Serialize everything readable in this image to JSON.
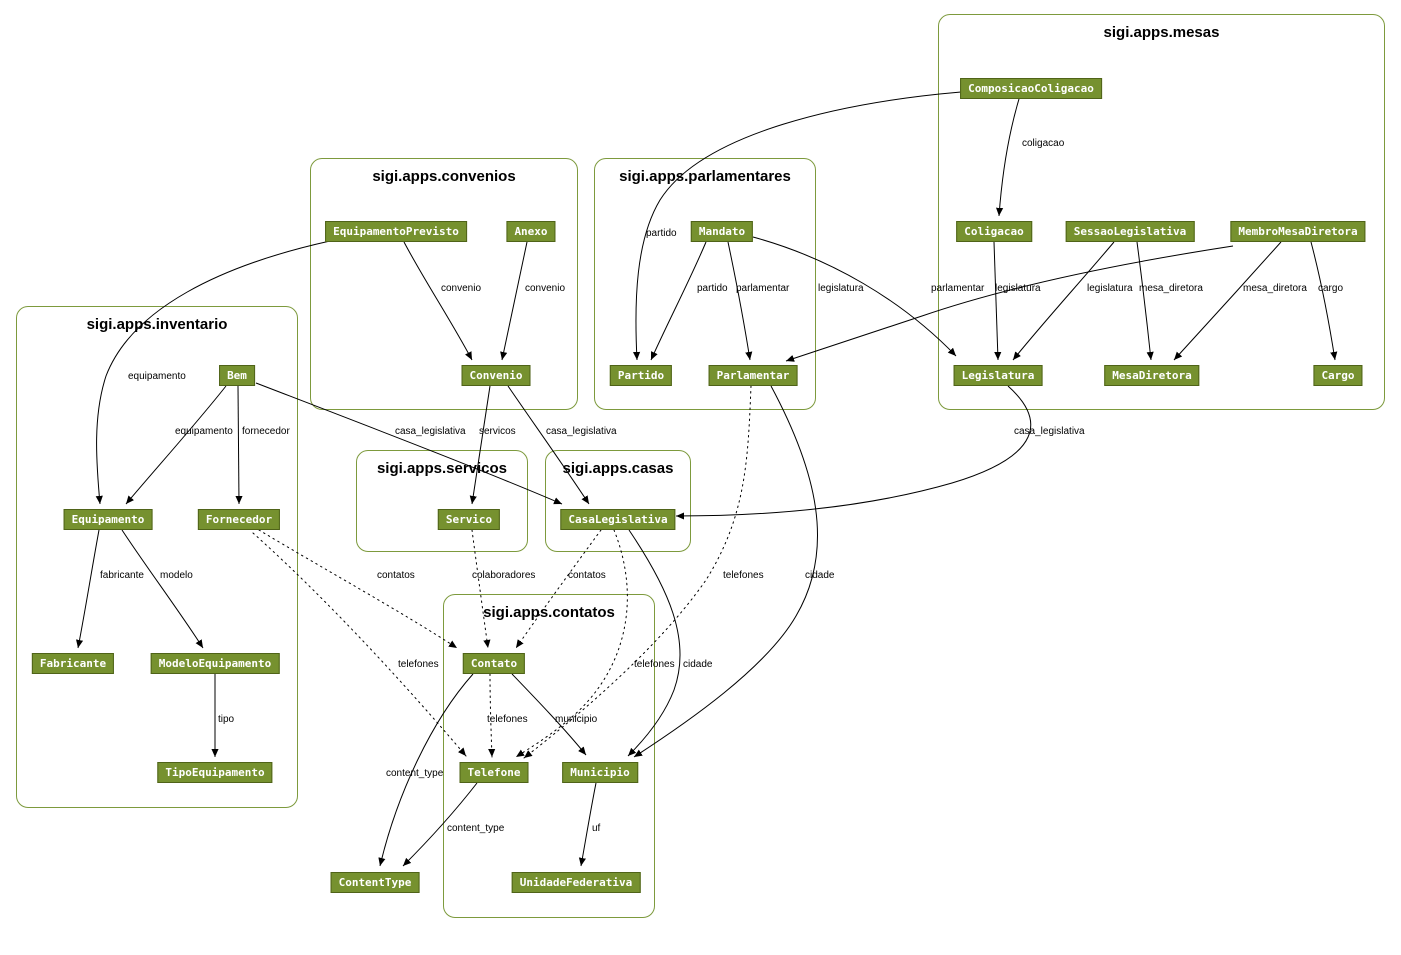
{
  "diagram": {
    "kind": "django-model-graph",
    "colors": {
      "background": "#ffffff",
      "node_fill": "#76912f",
      "node_border": "#4f6318",
      "node_text": "#ffffff",
      "cluster_border": "#7d9a3d",
      "edge": "#000000"
    },
    "clusters": [
      {
        "id": "mesas",
        "title": "sigi.apps.mesas"
      },
      {
        "id": "convenios",
        "title": "sigi.apps.convenios"
      },
      {
        "id": "parlamentares",
        "title": "sigi.apps.parlamentares"
      },
      {
        "id": "inventario",
        "title": "sigi.apps.inventario"
      },
      {
        "id": "servicos",
        "title": "sigi.apps.servicos"
      },
      {
        "id": "casas",
        "title": "sigi.apps.casas"
      },
      {
        "id": "contatos",
        "title": "sigi.apps.contatos"
      }
    ],
    "nodes": {
      "ComposicaoColigacao": "ComposicaoColigacao",
      "Coligacao": "Coligacao",
      "SessaoLegislativa": "SessaoLegislativa",
      "MembroMesaDiretora": "MembroMesaDiretora",
      "Legislatura": "Legislatura",
      "MesaDiretora": "MesaDiretora",
      "Cargo": "Cargo",
      "EquipamentoPrevisto": "EquipamentoPrevisto",
      "Anexo": "Anexo",
      "Convenio": "Convenio",
      "Mandato": "Mandato",
      "Partido": "Partido",
      "Parlamentar": "Parlamentar",
      "Bem": "Bem",
      "Equipamento": "Equipamento",
      "Fornecedor": "Fornecedor",
      "Fabricante": "Fabricante",
      "ModeloEquipamento": "ModeloEquipamento",
      "TipoEquipamento": "TipoEquipamento",
      "Servico": "Servico",
      "CasaLegislativa": "CasaLegislativa",
      "Contato": "Contato",
      "Telefone": "Telefone",
      "Municipio": "Municipio",
      "UnidadeFederativa": "UnidadeFederativa",
      "ContentType": "ContentType"
    },
    "edges": [
      {
        "from": "ComposicaoColigacao",
        "to": "Coligacao",
        "label": "coligacao",
        "style": "solid"
      },
      {
        "from": "ComposicaoColigacao",
        "to": "Partido",
        "label": "partido",
        "style": "solid"
      },
      {
        "from": "Coligacao",
        "to": "Legislatura",
        "label": "legislatura",
        "style": "solid"
      },
      {
        "from": "SessaoLegislativa",
        "to": "Legislatura",
        "label": "legislatura",
        "style": "solid"
      },
      {
        "from": "SessaoLegislativa",
        "to": "MesaDiretora",
        "label": "mesa_diretora",
        "style": "solid"
      },
      {
        "from": "MembroMesaDiretora",
        "to": "Parlamentar",
        "label": "parlamentar",
        "style": "solid"
      },
      {
        "from": "MembroMesaDiretora",
        "to": "MesaDiretora",
        "label": "mesa_diretora",
        "style": "solid"
      },
      {
        "from": "MembroMesaDiretora",
        "to": "Cargo",
        "label": "cargo",
        "style": "solid"
      },
      {
        "from": "Legislatura",
        "to": "CasaLegislativa",
        "label": "casa_legislativa",
        "style": "solid"
      },
      {
        "from": "Mandato",
        "to": "Partido",
        "label": "partido",
        "style": "solid"
      },
      {
        "from": "Mandato",
        "to": "Parlamentar",
        "label": "parlamentar",
        "style": "solid"
      },
      {
        "from": "Mandato",
        "to": "Legislatura",
        "label": "legislatura",
        "style": "solid"
      },
      {
        "from": "Parlamentar",
        "to": "Municipio",
        "label": "cidade",
        "style": "solid"
      },
      {
        "from": "Parlamentar",
        "to": "Telefone",
        "label": "telefones",
        "style": "dotted"
      },
      {
        "from": "CasaLegislativa",
        "to": "Municipio",
        "label": "cidade",
        "style": "solid"
      },
      {
        "from": "CasaLegislativa",
        "to": "Contato",
        "label": "contatos",
        "style": "dotted"
      },
      {
        "from": "CasaLegislativa",
        "to": "Telefone",
        "label": "telefones",
        "style": "dotted"
      },
      {
        "from": "EquipamentoPrevisto",
        "to": "Convenio",
        "label": "convenio",
        "style": "solid"
      },
      {
        "from": "Anexo",
        "to": "Convenio",
        "label": "convenio",
        "style": "solid"
      },
      {
        "from": "EquipamentoPrevisto",
        "to": "Equipamento",
        "label": "equipamento",
        "style": "solid"
      },
      {
        "from": "Convenio",
        "to": "Servico",
        "label": "servicos",
        "style": "solid"
      },
      {
        "from": "Convenio",
        "to": "CasaLegislativa",
        "label": "casa_legislativa",
        "style": "solid"
      },
      {
        "from": "Bem",
        "to": "Equipamento",
        "label": "equipamento",
        "style": "solid"
      },
      {
        "from": "Bem",
        "to": "Fornecedor",
        "label": "fornecedor",
        "style": "solid"
      },
      {
        "from": "Bem",
        "to": "CasaLegislativa",
        "label": "casa_legislativa",
        "style": "solid"
      },
      {
        "from": "Equipamento",
        "to": "Fabricante",
        "label": "fabricante",
        "style": "solid"
      },
      {
        "from": "Equipamento",
        "to": "ModeloEquipamento",
        "label": "modelo",
        "style": "solid"
      },
      {
        "from": "ModeloEquipamento",
        "to": "TipoEquipamento",
        "label": "tipo",
        "style": "solid"
      },
      {
        "from": "Fornecedor",
        "to": "Contato",
        "label": "contatos",
        "style": "dotted"
      },
      {
        "from": "Fornecedor",
        "to": "Telefone",
        "label": "telefones",
        "style": "dotted"
      },
      {
        "from": "Servico",
        "to": "Contato",
        "label": "colaboradores",
        "style": "dotted"
      },
      {
        "from": "Contato",
        "to": "Telefone",
        "label": "telefones",
        "style": "dotted"
      },
      {
        "from": "Contato",
        "to": "Municipio",
        "label": "municipio",
        "style": "solid"
      },
      {
        "from": "Contato",
        "to": "ContentType",
        "label": "content_type",
        "style": "solid"
      },
      {
        "from": "Telefone",
        "to": "ContentType",
        "label": "content_type",
        "style": "solid"
      },
      {
        "from": "Municipio",
        "to": "UnidadeFederativa",
        "label": "uf",
        "style": "solid"
      }
    ]
  }
}
